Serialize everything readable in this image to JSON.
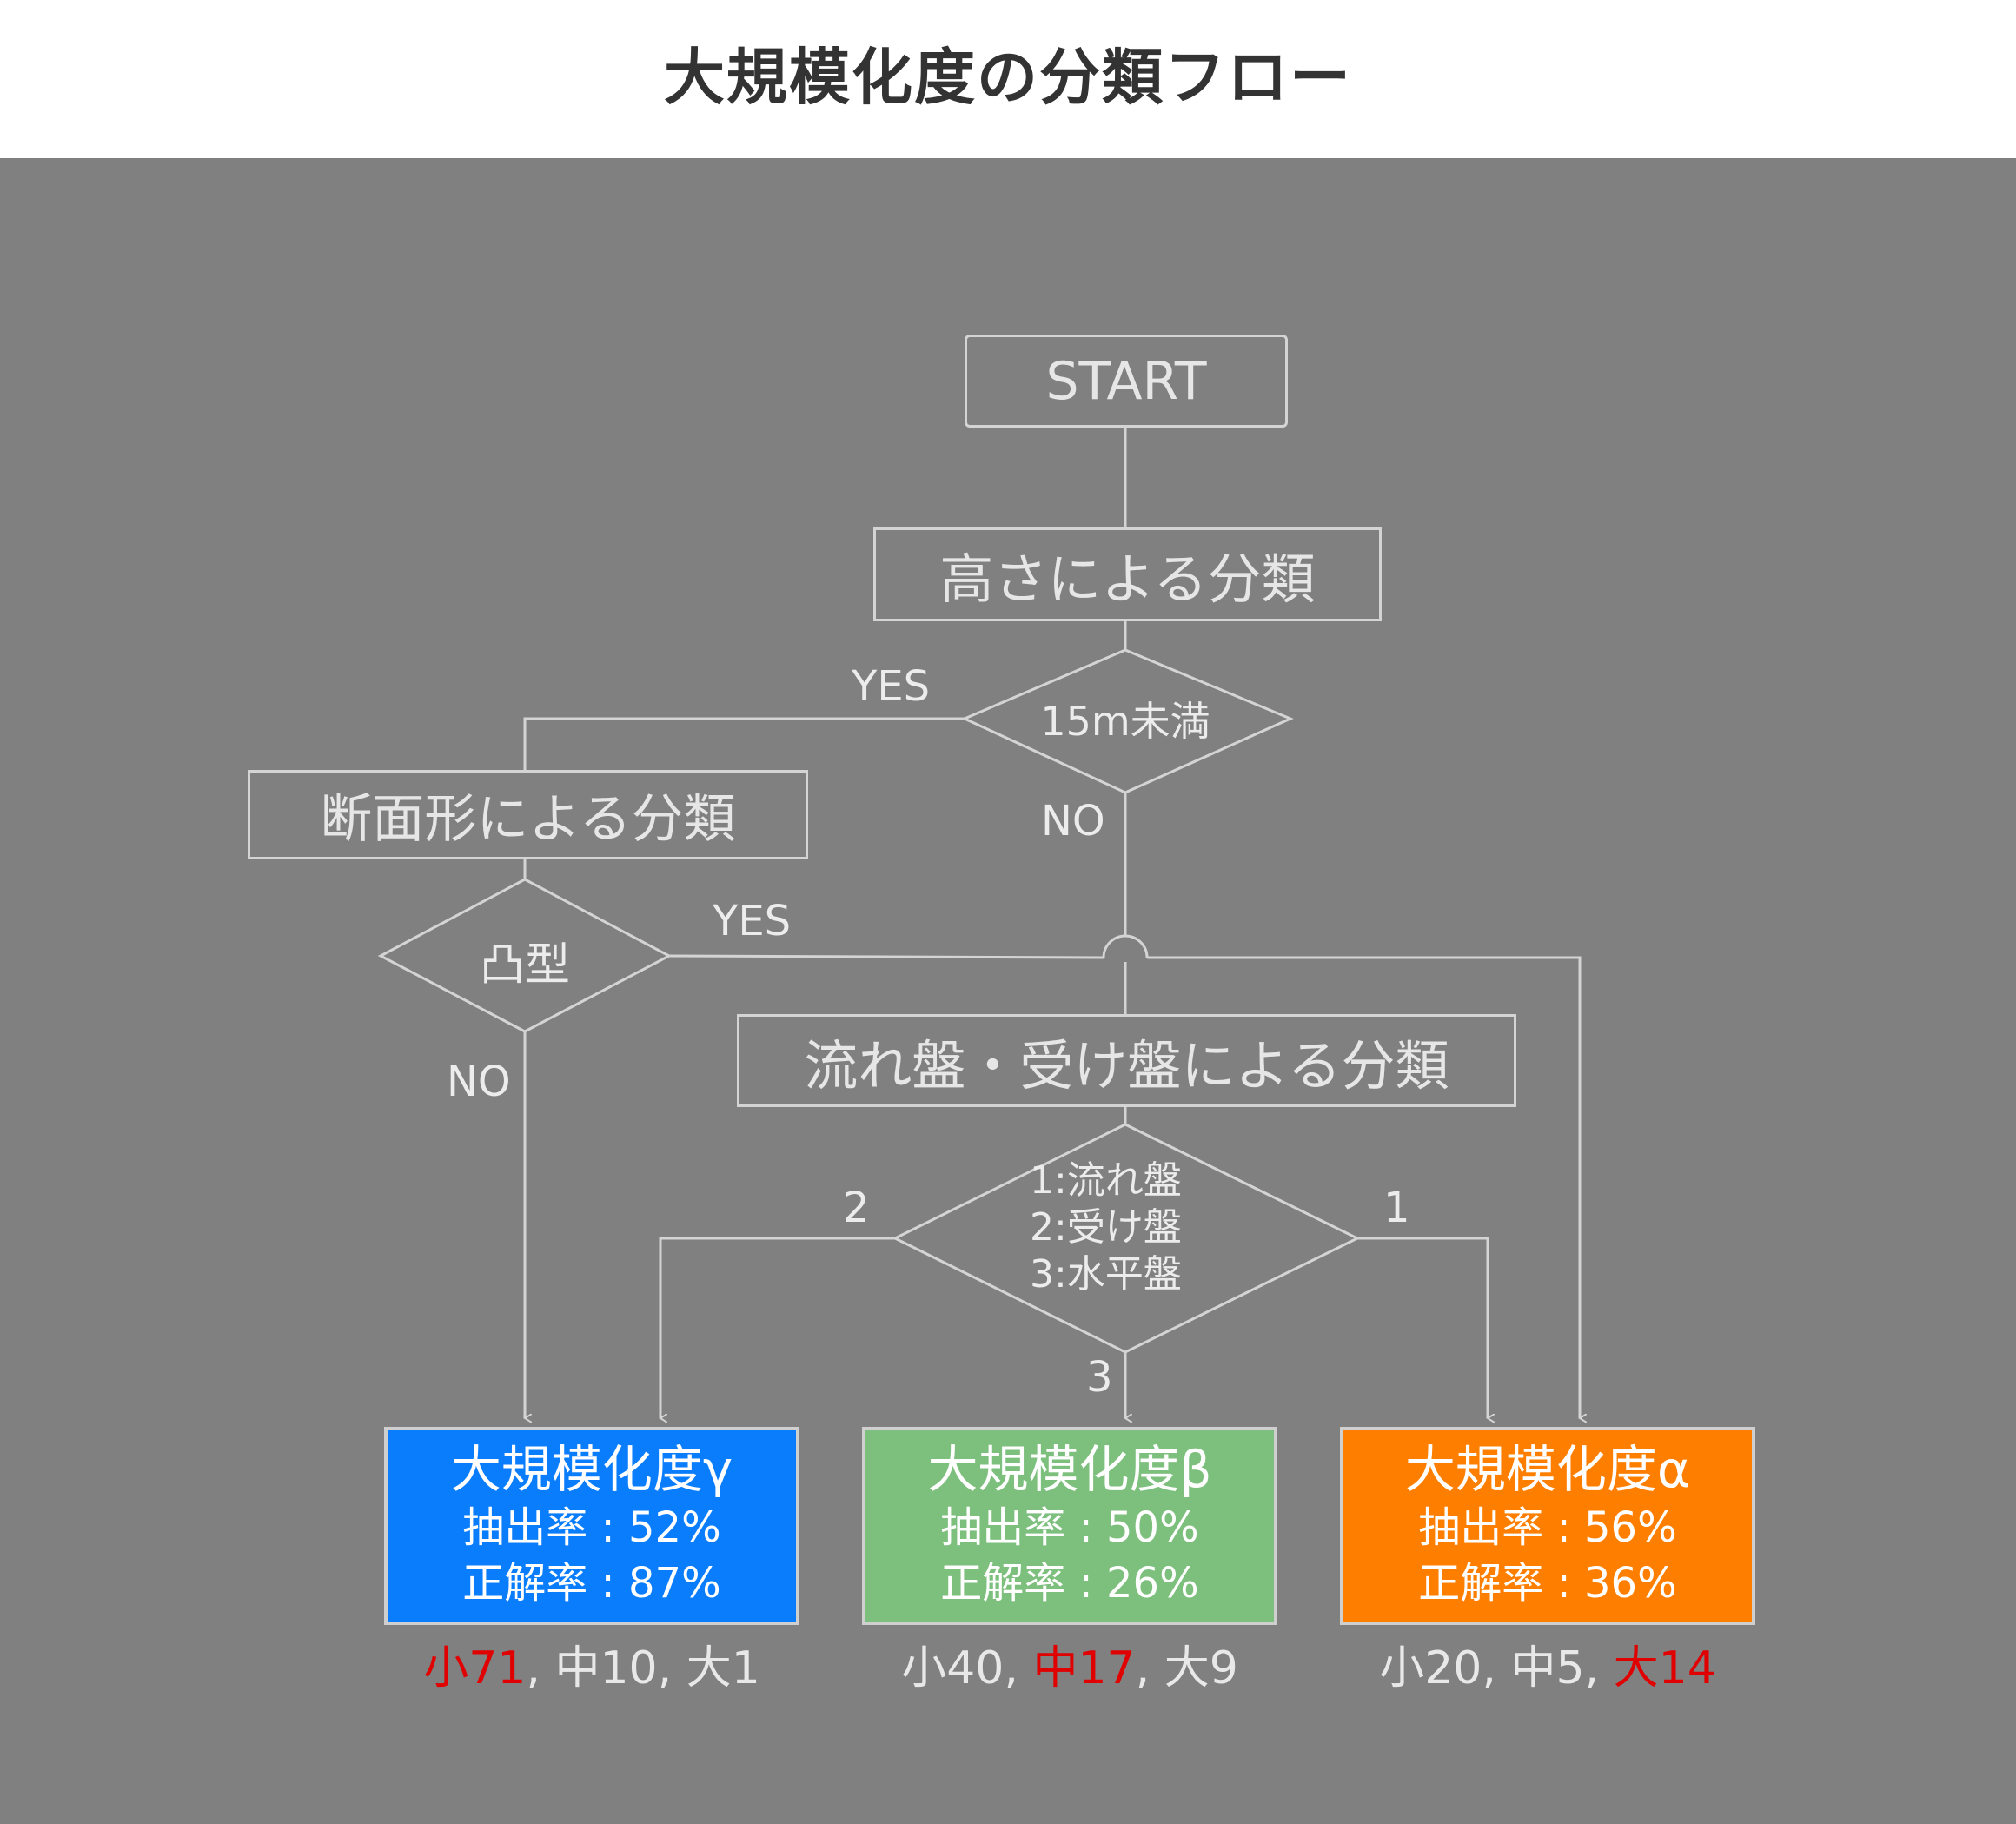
{
  "title": "大規模化度の分類フロー",
  "nodes": {
    "start": "START",
    "height_class": "高さによる分類",
    "under_15m": "15m未満",
    "section_class": "断面形による分類",
    "convex": "凸型",
    "flow_class": "流れ盤・受け盤による分類",
    "flow_options": [
      "1:流れ盤",
      "2:受け盤",
      "3:水平盤"
    ]
  },
  "branch_labels": {
    "under_15m_yes": "YES",
    "under_15m_no": "NO",
    "convex_yes": "YES",
    "convex_no": "NO",
    "opt_1": "1",
    "opt_2": "2",
    "opt_3": "3"
  },
  "results": [
    {
      "title": "大規模化度γ",
      "extraction": "抽出率 : 52%",
      "accuracy": "正解率 : 87%",
      "color": "#0a7dfd",
      "counts": [
        {
          "text": "小71",
          "hl": true
        },
        {
          "text": ", ",
          "hl": false
        },
        {
          "text": "中10",
          "hl": false
        },
        {
          "text": ", ",
          "hl": false
        },
        {
          "text": "大1",
          "hl": false
        }
      ]
    },
    {
      "title": "大規模化度β",
      "extraction": "抽出率 : 50%",
      "accuracy": "正解率 : 26%",
      "color": "#7dbf7d",
      "counts": [
        {
          "text": "小40",
          "hl": false
        },
        {
          "text": ", ",
          "hl": false
        },
        {
          "text": "中17",
          "hl": true
        },
        {
          "text": ", ",
          "hl": false
        },
        {
          "text": "大9",
          "hl": false
        }
      ]
    },
    {
      "title": "大規模化度α",
      "extraction": "抽出率 : 56%",
      "accuracy": "正解率 : 36%",
      "color": "#fe7f00",
      "counts": [
        {
          "text": "小20",
          "hl": false
        },
        {
          "text": ", ",
          "hl": false
        },
        {
          "text": "中5",
          "hl": false
        },
        {
          "text": ", ",
          "hl": false
        },
        {
          "text": "大14",
          "hl": true
        }
      ]
    }
  ],
  "colors": {
    "background": "#808080",
    "highlight": "#e00000",
    "line": "#d4d4d4"
  }
}
